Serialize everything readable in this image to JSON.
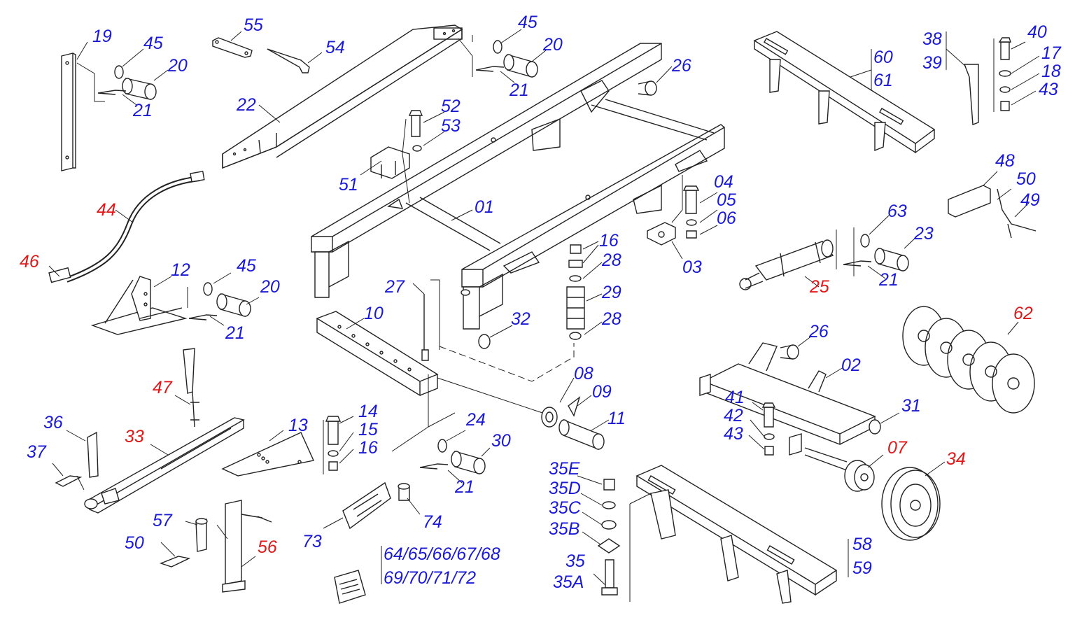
{
  "colors": {
    "label_blue": "#1a1ad6",
    "label_red": "#e01818",
    "line": "#222222"
  },
  "labels": [
    {
      "id": "19",
      "text": "19",
      "color": "blue"
    },
    {
      "id": "45a",
      "text": "45",
      "color": "blue"
    },
    {
      "id": "20a",
      "text": "20",
      "color": "blue"
    },
    {
      "id": "21a",
      "text": "21",
      "color": "blue"
    },
    {
      "id": "55",
      "text": "55",
      "color": "blue"
    },
    {
      "id": "54",
      "text": "54",
      "color": "blue"
    },
    {
      "id": "22",
      "text": "22",
      "color": "blue"
    },
    {
      "id": "45b",
      "text": "45",
      "color": "blue"
    },
    {
      "id": "20b",
      "text": "20",
      "color": "blue"
    },
    {
      "id": "21b",
      "text": "21",
      "color": "blue"
    },
    {
      "id": "26a",
      "text": "26",
      "color": "blue"
    },
    {
      "id": "60",
      "text": "60",
      "color": "blue"
    },
    {
      "id": "61",
      "text": "61",
      "color": "blue"
    },
    {
      "id": "38",
      "text": "38",
      "color": "blue"
    },
    {
      "id": "39",
      "text": "39",
      "color": "blue"
    },
    {
      "id": "40",
      "text": "40",
      "color": "blue"
    },
    {
      "id": "17",
      "text": "17",
      "color": "blue"
    },
    {
      "id": "18",
      "text": "18",
      "color": "blue"
    },
    {
      "id": "43a",
      "text": "43",
      "color": "blue"
    },
    {
      "id": "52",
      "text": "52",
      "color": "blue"
    },
    {
      "id": "53",
      "text": "53",
      "color": "blue"
    },
    {
      "id": "51",
      "text": "51",
      "color": "blue"
    },
    {
      "id": "44",
      "text": "44",
      "color": "red"
    },
    {
      "id": "46",
      "text": "46",
      "color": "red"
    },
    {
      "id": "01",
      "text": "01",
      "color": "blue"
    },
    {
      "id": "04",
      "text": "04",
      "color": "blue"
    },
    {
      "id": "05",
      "text": "05",
      "color": "blue"
    },
    {
      "id": "06",
      "text": "06",
      "color": "blue"
    },
    {
      "id": "03",
      "text": "03",
      "color": "blue"
    },
    {
      "id": "48",
      "text": "48",
      "color": "blue"
    },
    {
      "id": "50a",
      "text": "50",
      "color": "blue"
    },
    {
      "id": "49",
      "text": "49",
      "color": "blue"
    },
    {
      "id": "63",
      "text": "63",
      "color": "blue"
    },
    {
      "id": "23",
      "text": "23",
      "color": "blue"
    },
    {
      "id": "21c",
      "text": "21",
      "color": "blue"
    },
    {
      "id": "25",
      "text": "25",
      "color": "red"
    },
    {
      "id": "12",
      "text": "12",
      "color": "blue"
    },
    {
      "id": "45c",
      "text": "45",
      "color": "blue"
    },
    {
      "id": "20c",
      "text": "20",
      "color": "blue"
    },
    {
      "id": "21d",
      "text": "21",
      "color": "blue"
    },
    {
      "id": "16a",
      "text": "16",
      "color": "blue"
    },
    {
      "id": "28a",
      "text": "28",
      "color": "blue"
    },
    {
      "id": "29",
      "text": "29",
      "color": "blue"
    },
    {
      "id": "28b",
      "text": "28",
      "color": "blue"
    },
    {
      "id": "27",
      "text": "27",
      "color": "blue"
    },
    {
      "id": "10",
      "text": "10",
      "color": "blue"
    },
    {
      "id": "32",
      "text": "32",
      "color": "blue"
    },
    {
      "id": "62",
      "text": "62",
      "color": "red"
    },
    {
      "id": "26b",
      "text": "26",
      "color": "blue"
    },
    {
      "id": "02",
      "text": "02",
      "color": "blue"
    },
    {
      "id": "08",
      "text": "08",
      "color": "blue"
    },
    {
      "id": "09",
      "text": "09",
      "color": "blue"
    },
    {
      "id": "11",
      "text": "11",
      "color": "blue"
    },
    {
      "id": "47",
      "text": "47",
      "color": "red"
    },
    {
      "id": "41",
      "text": "41",
      "color": "blue"
    },
    {
      "id": "42",
      "text": "42",
      "color": "blue"
    },
    {
      "id": "43b",
      "text": "43",
      "color": "blue"
    },
    {
      "id": "31",
      "text": "31",
      "color": "blue"
    },
    {
      "id": "36",
      "text": "36",
      "color": "blue"
    },
    {
      "id": "33",
      "text": "33",
      "color": "red"
    },
    {
      "id": "37",
      "text": "37",
      "color": "blue"
    },
    {
      "id": "13",
      "text": "13",
      "color": "blue"
    },
    {
      "id": "14",
      "text": "14",
      "color": "blue"
    },
    {
      "id": "15",
      "text": "15",
      "color": "blue"
    },
    {
      "id": "16b",
      "text": "16",
      "color": "blue"
    },
    {
      "id": "24",
      "text": "24",
      "color": "blue"
    },
    {
      "id": "30",
      "text": "30",
      "color": "blue"
    },
    {
      "id": "21e",
      "text": "21",
      "color": "blue"
    },
    {
      "id": "07",
      "text": "07",
      "color": "red"
    },
    {
      "id": "34",
      "text": "34",
      "color": "red"
    },
    {
      "id": "35E",
      "text": "35E",
      "color": "blue"
    },
    {
      "id": "35D",
      "text": "35D",
      "color": "blue"
    },
    {
      "id": "35C",
      "text": "35C",
      "color": "blue"
    },
    {
      "id": "35B",
      "text": "35B",
      "color": "blue"
    },
    {
      "id": "35",
      "text": "35",
      "color": "blue"
    },
    {
      "id": "35A",
      "text": "35A",
      "color": "blue"
    },
    {
      "id": "73",
      "text": "73",
      "color": "blue"
    },
    {
      "id": "74",
      "text": "74",
      "color": "blue"
    },
    {
      "id": "57",
      "text": "57",
      "color": "blue"
    },
    {
      "id": "50b",
      "text": "50",
      "color": "blue"
    },
    {
      "id": "56",
      "text": "56",
      "color": "red"
    },
    {
      "id": "64-68",
      "text": "64/65/66/67/68",
      "color": "blue"
    },
    {
      "id": "69-72",
      "text": "69/70/71/72",
      "color": "blue"
    },
    {
      "id": "58",
      "text": "58",
      "color": "blue"
    },
    {
      "id": "59",
      "text": "59",
      "color": "blue"
    }
  ]
}
